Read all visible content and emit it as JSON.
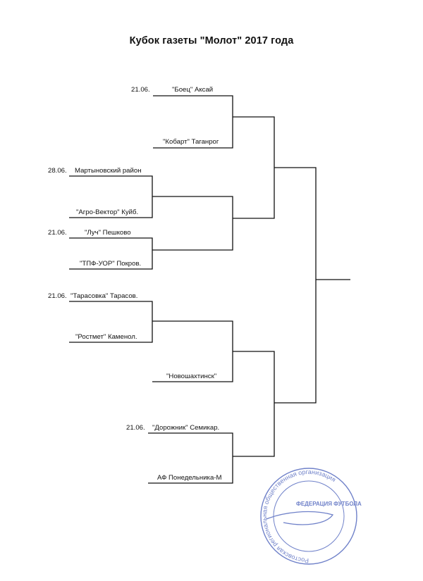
{
  "title": "Кубок газеты \"Молот\" 2017 года",
  "bracket": {
    "round1": [
      {
        "date": "21.06.",
        "top": "\"Боец\" Аксай",
        "bottom": "\"Кобарт\" Таганрог"
      },
      {
        "date": "28.06.",
        "top": "Мартыновский район",
        "bottom": "\"Агро-Вектор\" Куйб."
      },
      {
        "date": "21.06.",
        "top": "\"Луч\" Пешково",
        "bottom": "\"ТПФ-УОР\" Покров."
      },
      {
        "date": "21.06.",
        "top": "\"Тарасовка\" Тарасов.",
        "bottom": "\"Ростмет\" Каменол."
      },
      {
        "date": "",
        "top": "",
        "bottom": "\"Новошахтинск\""
      },
      {
        "date": "21.06.",
        "top": "\"Дорожник\" Семикар.",
        "bottom": "АФ Понедельника-М"
      }
    ]
  },
  "stamp": {
    "ring_text": "Ростовская региональная общественная организация",
    "center_text": "ФЕДЕРАЦИЯ ФУТБОЛА"
  },
  "colors": {
    "ink": "#111111",
    "stamp": "#3f57b7"
  }
}
